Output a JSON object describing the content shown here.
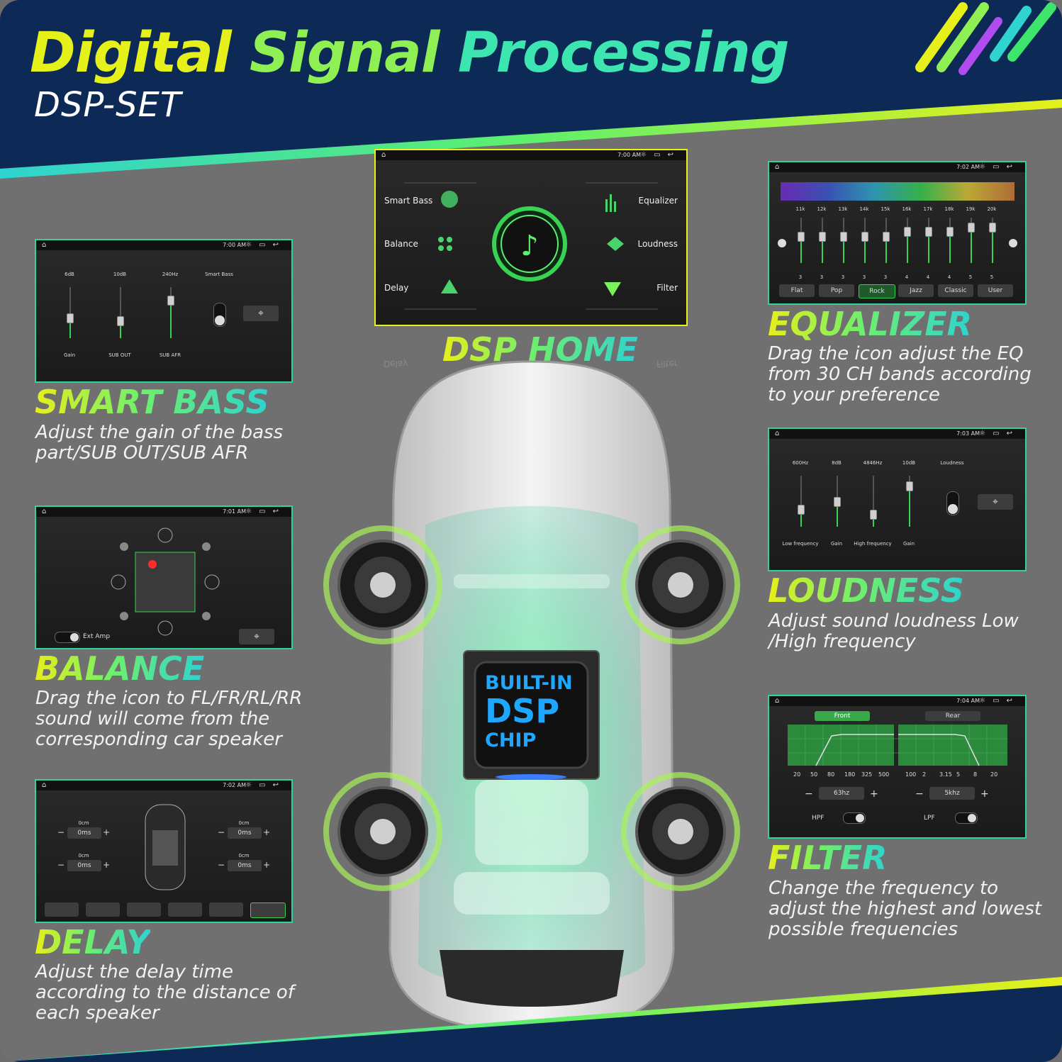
{
  "header": {
    "title_words": [
      "Digital",
      "Signal",
      "Processing"
    ],
    "subtitle": "DSP-SET"
  },
  "colors": {
    "navy": "#0c2a55",
    "accent_yellow": "#e6f01a",
    "accent_green": "#5ef06c",
    "accent_cyan": "#2fd3d0",
    "panel_border": "#2fd3a0",
    "slider_green": "#39d353"
  },
  "dsp_home": {
    "label": "DSP HOME",
    "status_time": "7:00 AM",
    "left_items": [
      "Smart Bass",
      "Balance",
      "Delay"
    ],
    "right_items": [
      "Equalizer",
      "Loudness",
      "Filter"
    ],
    "center_icon": "music-note-icon",
    "reflection_left": "Delay",
    "reflection_right": "Filter"
  },
  "smart_bass": {
    "title": "SMART BASS",
    "desc": "Adjust the gain of the bass part/SUB OUT/SUB AFR",
    "status_time": "7:00 AM",
    "top_labels": [
      "6dB",
      "10dB",
      "240Hz"
    ],
    "bottom_labels": [
      "Gain",
      "SUB OUT",
      "SUB AFR"
    ],
    "slider_levels": [
      0.4,
      0.35,
      0.75
    ],
    "toggle_label": "Smart Bass"
  },
  "balance": {
    "title": "BALANCE",
    "desc": "Drag the icon to FL/FR/RL/RR sound will come from the corresponding car speaker",
    "status_time": "7:01 AM",
    "toggle_label": "Ext Amp"
  },
  "delay": {
    "title": "DELAY",
    "desc": "Adjust the delay time according to the distance of each speaker",
    "status_time": "7:02 AM",
    "unit_label": "0cm",
    "value": "0ms"
  },
  "equalizer": {
    "title": "EQUALIZER",
    "desc": "Drag the icon adjust the EQ from 30 CH bands according to your preference",
    "status_time": "7:02 AM",
    "bands": [
      "11k",
      "12k",
      "13k",
      "14k",
      "15k",
      "16k",
      "17k",
      "18k",
      "19k",
      "20k"
    ],
    "values": [
      "3",
      "3",
      "3",
      "3",
      "3",
      "4",
      "4",
      "4",
      "5",
      "5"
    ],
    "presets": [
      "Flat",
      "Pop",
      "Rock",
      "Jazz",
      "Classic",
      "User"
    ],
    "active_preset": "Rock"
  },
  "loudness": {
    "title": "LOUDNESS",
    "desc": "Adjust sound loudness Low /High frequency",
    "status_time": "7:03 AM",
    "top_labels": [
      "600Hz",
      "8dB",
      "4846Hz",
      "10dB"
    ],
    "bottom_labels": [
      "Low frequency",
      "Gain",
      "High frequency",
      "Gain"
    ],
    "slider_levels": [
      0.35,
      0.5,
      0.25,
      0.8
    ],
    "toggle_label": "Loudness"
  },
  "filter": {
    "title": "FILTER",
    "desc": "Change the frequency to adjust the highest and lowest possible frequencies",
    "status_time": "7:04 AM",
    "front_tab": "Front",
    "rear_tab": "Rear",
    "front_axis": [
      "20",
      "50",
      "80",
      "180",
      "325",
      "500"
    ],
    "rear_axis": [
      "100",
      "2",
      "3.15",
      "5",
      "8",
      "20"
    ],
    "hpf_value": "63hz",
    "lpf_value": "5khz",
    "hpf_label": "HPF",
    "lpf_label": "LPF",
    "minus": "−",
    "plus": "+"
  },
  "chip": {
    "line1": "BUILT-IN",
    "line2": "DSP",
    "line3": "CHIP"
  }
}
